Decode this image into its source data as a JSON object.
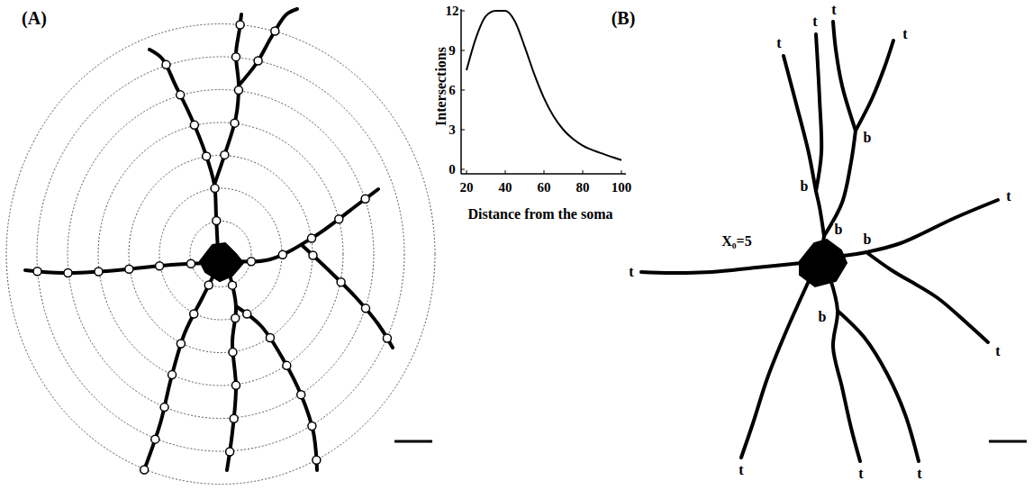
{
  "diagram": {
    "labels": [
      "(A)",
      "Intersections",
      "12",
      "9",
      "6",
      "3",
      "0",
      "20",
      "40",
      "60",
      "80",
      "100",
      "Distance from the soma",
      "(B)",
      "t",
      "t",
      "t",
      "t",
      "t",
      "t",
      "t",
      "t",
      "t",
      "t",
      "b",
      "b",
      "b",
      "b",
      "b",
      "X₀=5"
    ]
  }
}
